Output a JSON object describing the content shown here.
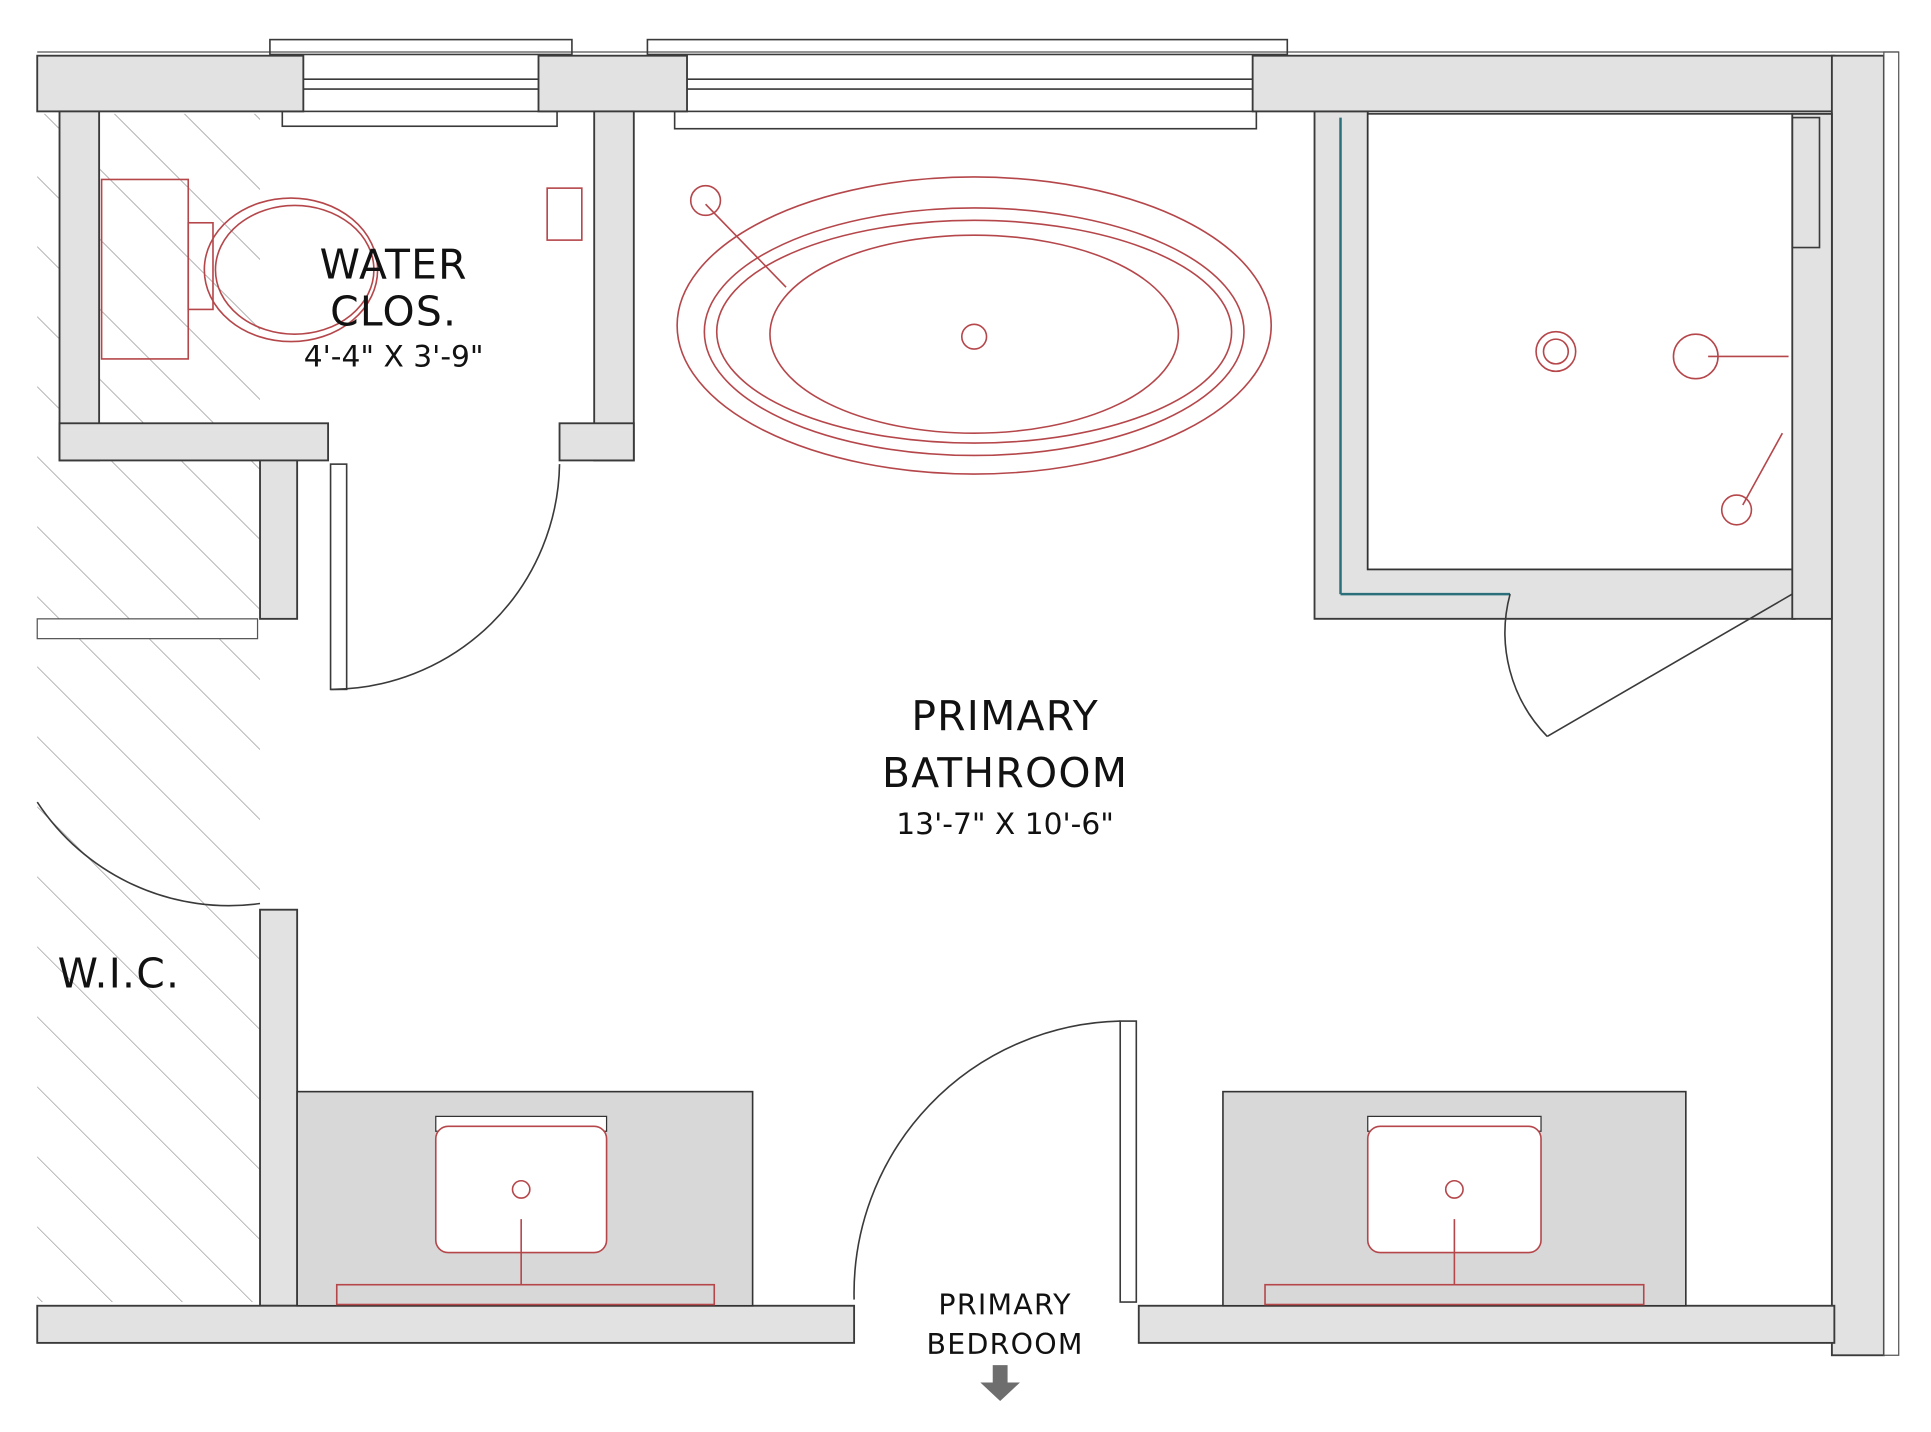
{
  "rooms": {
    "water_closet": {
      "name_line1": "WATER",
      "name_line2": "CLOS.",
      "dimensions": "4'-4\" X 3'-9\""
    },
    "primary_bathroom": {
      "name_line1": "PRIMARY",
      "name_line2": "BATHROOM",
      "dimensions": "13'-7\" X 10'-6\""
    },
    "wic": {
      "name": "W.I.C."
    },
    "primary_bedroom": {
      "name_line1": "PRIMARY",
      "name_line2": "BEDROOM"
    }
  },
  "colors": {
    "fixture": "#b5474b",
    "wall_fill": "#e2e2e2",
    "arrow": "#6e6e6e"
  }
}
